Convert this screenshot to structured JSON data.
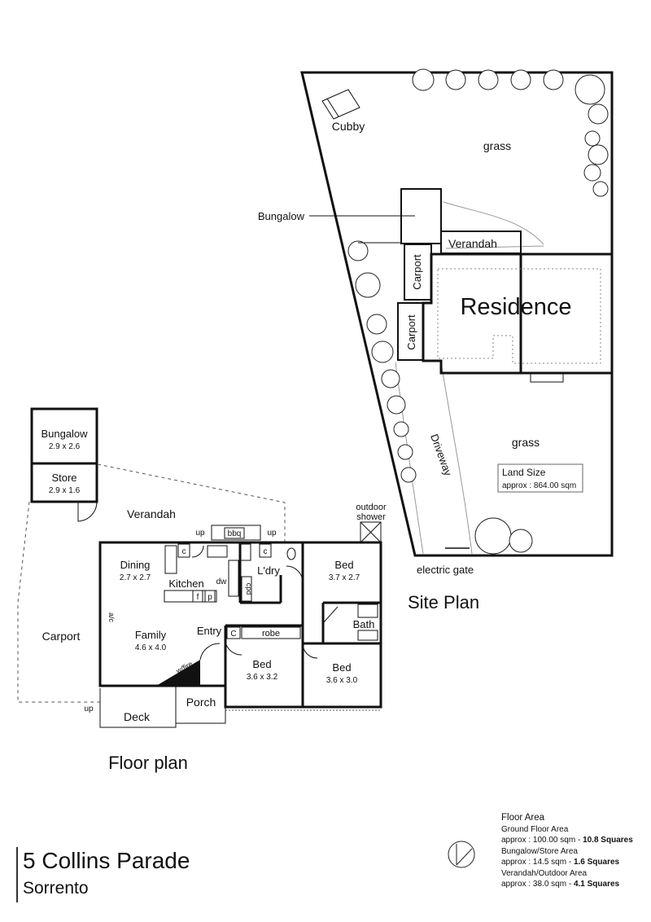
{
  "site_plan": {
    "title": "Site Plan",
    "labels": {
      "cubby": "Cubby",
      "grass_top": "grass",
      "bungalow": "Bungalow",
      "verandah": "Verandah",
      "carport_upper": "Carport",
      "carport_lower": "Carport",
      "residence": "Residence",
      "driveway": "Driveway",
      "grass_bottom": "grass",
      "land_size_title": "Land Size",
      "land_size_value": "approx : 864.00 sqm",
      "electric_gate": "electric gate"
    }
  },
  "floor_plan": {
    "title": "Floor plan",
    "rooms": {
      "bungalow_name": "Bungalow",
      "bungalow_size": "2.9 x 2.6",
      "store_name": "Store",
      "store_size": "2.9 x 1.6",
      "verandah": "Verandah",
      "outdoor_shower_1": "outdoor",
      "outdoor_shower_2": "shower",
      "bbq": "bbq",
      "up_1": "up",
      "up_2": "up",
      "up_3": "up",
      "c_1": "c",
      "c_2": "c",
      "c_entry": "C",
      "dining_name": "Dining",
      "dining_size": "2.7 x 2.7",
      "kitchen": "Kitchen",
      "f": "f",
      "p": "p",
      "dw": "dw",
      "cpd": "cpd",
      "laundry": "L'dry",
      "bed1_name": "Bed",
      "bed1_size": "3.7 x 2.7",
      "ac": "a/c",
      "carport": "Carport",
      "family_name": "Family",
      "family_size": "4.6 x 4.0",
      "entry": "Entry",
      "robe": "robe",
      "bath": "Bath",
      "wfire": "w/fire",
      "bed2_name": "Bed",
      "bed2_size": "3.6 x 3.2",
      "bed3_name": "Bed",
      "bed3_size": "3.6 x 3.0",
      "porch": "Porch",
      "deck": "Deck"
    }
  },
  "address": {
    "line1": "5 Collins Parade",
    "line2": "Sorrento"
  },
  "floor_area": {
    "title": "Floor Area",
    "ground_label": "Ground Floor Area",
    "ground_value_prefix": "approx : 100.00 sqm - ",
    "ground_value_squares": "10.8 Squares",
    "bungalow_label": "Bungalow/Store Area",
    "bungalow_value_prefix": "approx : 14.5 sqm - ",
    "bungalow_value_squares": "1.6 Squares",
    "verandah_label": "Verandah/Outdoor Area",
    "verandah_value_prefix": "approx : 38.0 sqm - ",
    "verandah_value_squares": "4.1 Squares"
  },
  "icons": {
    "north_arrow": "north-arrow-icon"
  }
}
